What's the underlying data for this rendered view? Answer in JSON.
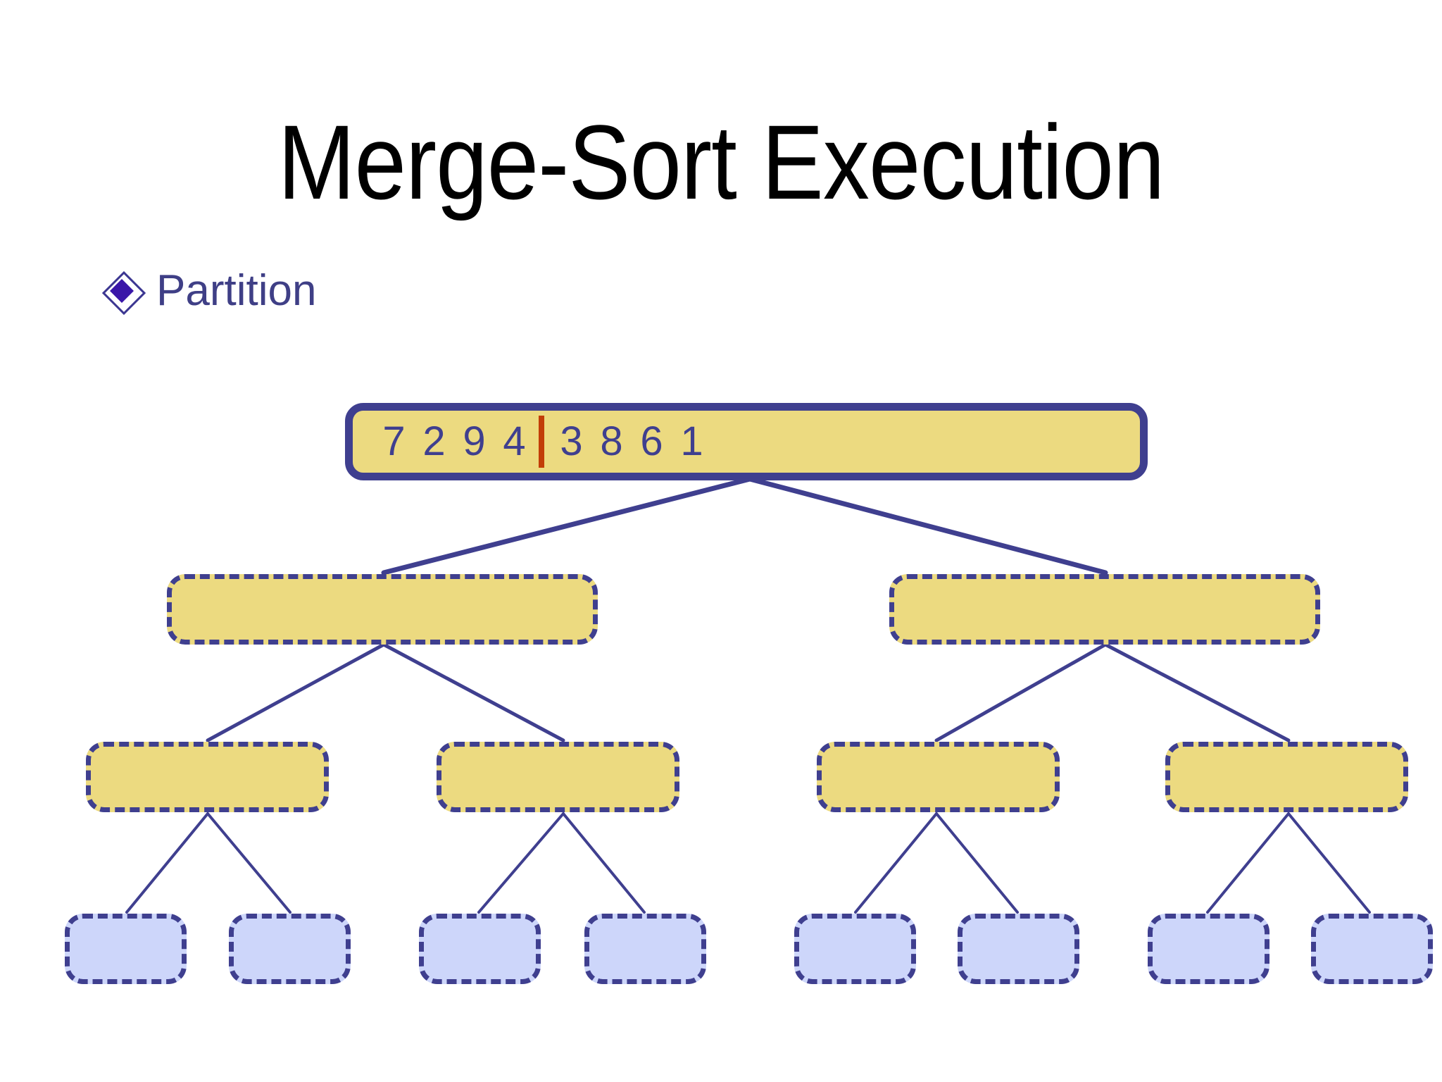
{
  "slide": {
    "title": "Merge-Sort Execution",
    "bullet": {
      "icon": "diamond-bullet-icon",
      "label": "Partition"
    },
    "colors": {
      "yellow_fill": "#ecda80",
      "blue_fill": "#cdd6fa",
      "border_blue": "#3f3f8f",
      "divider_red": "#c23d07",
      "bullet_text": "#3f3f86",
      "title_text": "#000000",
      "background": "#ffffff"
    }
  },
  "tree": {
    "root": {
      "id": "root-node",
      "left_half": [
        "7",
        "2",
        "9",
        "4"
      ],
      "divider": "|",
      "right_half": [
        "3",
        "8",
        "6",
        "1"
      ],
      "style": "solid-yellow"
    },
    "level2": [
      {
        "id": "level2-node-1",
        "content": "",
        "style": "dashed-yellow"
      },
      {
        "id": "level2-node-2",
        "content": "",
        "style": "dashed-yellow"
      }
    ],
    "level3": [
      {
        "id": "level3-node-1",
        "content": "",
        "style": "dashed-yellow"
      },
      {
        "id": "level3-node-2",
        "content": "",
        "style": "dashed-yellow"
      },
      {
        "id": "level3-node-3",
        "content": "",
        "style": "dashed-yellow"
      },
      {
        "id": "level3-node-4",
        "content": "",
        "style": "dashed-yellow"
      }
    ],
    "leaves": [
      {
        "id": "leaf-node-1",
        "content": "",
        "style": "dashed-blue"
      },
      {
        "id": "leaf-node-2",
        "content": "",
        "style": "dashed-blue"
      },
      {
        "id": "leaf-node-3",
        "content": "",
        "style": "dashed-blue"
      },
      {
        "id": "leaf-node-4",
        "content": "",
        "style": "dashed-blue"
      },
      {
        "id": "leaf-node-5",
        "content": "",
        "style": "dashed-blue"
      },
      {
        "id": "leaf-node-6",
        "content": "",
        "style": "dashed-blue"
      },
      {
        "id": "leaf-node-7",
        "content": "",
        "style": "dashed-blue"
      },
      {
        "id": "leaf-node-8",
        "content": "",
        "style": "dashed-blue"
      }
    ]
  }
}
